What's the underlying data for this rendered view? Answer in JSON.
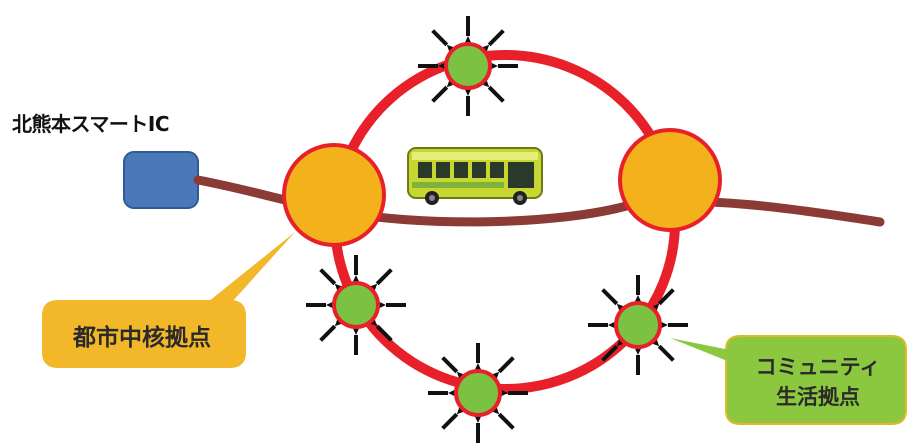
{
  "interchange": {
    "label": "北熊本スマートIC"
  },
  "urban_hub": {
    "label": "都市中核拠点"
  },
  "community_hub": {
    "label_line1": "コミュニティ",
    "label_line2": "生活拠点"
  },
  "colors": {
    "loop": "#e8202a",
    "road": "#8b3a35",
    "interchange_box": "#4a78b8",
    "urban_hub_circle": "#f3b21c",
    "community_circle": "#7cc242",
    "urban_callout_fill": "#f2b82a",
    "community_callout_fill": "#8cc83f",
    "community_callout_border": "#e0b828",
    "arrow": "#111111"
  },
  "icons": {
    "vehicle": "bus-icon",
    "feeder": "arrow-icon"
  }
}
